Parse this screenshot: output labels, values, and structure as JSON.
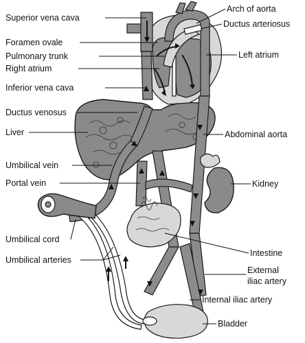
{
  "labels": {
    "superior_vena_cava": "Superior vena cava",
    "foramen_ovale": "Foramen ovale",
    "pulmonary_trunk": "Pulmonary trunk",
    "right_atrium": "Right atrium",
    "inferior_vena_cava": "Inferior vena cava",
    "ductus_venosus": "Ductus venosus",
    "liver": "Liver",
    "umbilical_vein": "Umbilical vein",
    "portal_vein": "Portal vein",
    "umbilical_cord": "Umbilical cord",
    "umbilical_arteries": "Umbilical arteries",
    "arch_of_aorta": "Arch of aorta",
    "ductus_arteriosus": "Ductus arteriosus",
    "left_atrium": "Left atrium",
    "abdominal_aorta": "Abdominal aorta",
    "kidney": "Kidney",
    "intestine": "Intestine",
    "external_iliac_artery_line1": "External",
    "external_iliac_artery_line2": "iliac artery",
    "internal_iliac_artery": "Internal iliac artery",
    "bladder": "Bladder"
  }
}
